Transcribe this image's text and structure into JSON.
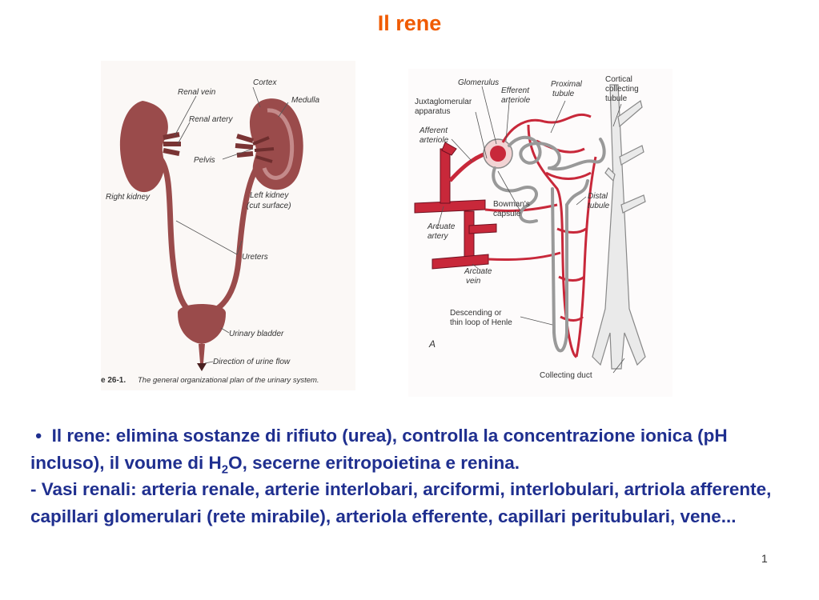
{
  "title": "Il rene",
  "figure_left": {
    "labels": {
      "renal_vein": "Renal vein",
      "cortex": "Cortex",
      "medulla": "Medulla",
      "renal_artery": "Renal artery",
      "pelvis": "Pelvis",
      "right_kidney": "Right kidney",
      "left_kidney": "Left kidney",
      "cut_surface": "(cut surface)",
      "ureters": "Ureters",
      "urinary_bladder": "Urinary bladder",
      "direction": "Direction of urine flow"
    },
    "caption_num": "e 26-1.",
    "caption_text": "The general organizational plan of the urinary system."
  },
  "figure_right": {
    "labels": {
      "glomerulus": "Glomerulus",
      "efferent1": "Efferent",
      "efferent2": "arteriole",
      "proximal1": "Proximal",
      "proximal2": "tubule",
      "cortical1": "Cortical",
      "cortical2": "collecting",
      "cortical3": "tubule",
      "juxta1": "Juxtaglomerular",
      "juxta2": "apparatus",
      "afferent1": "Afferent",
      "afferent2": "arteriole",
      "distal1": "Distal",
      "distal2": "tubule",
      "bowman1": "Bowman's",
      "bowman2": "capsule",
      "arcuate_artery1": "Arcuate",
      "arcuate_artery2": "artery",
      "arcuate_vein1": "Arcuate",
      "arcuate_vein2": "vein",
      "descending1": "Descending or",
      "descending2": "thin loop of Henle",
      "panel": "A",
      "collecting": "Collecting duct"
    }
  },
  "text": {
    "bullet": "•",
    "p1_a": "Il rene: elimina sostanze di rifiuto (urea), controlla la concentrazione ionica (pH incluso), il voume di H",
    "p1_sub": "2",
    "p1_b": "O, secerne eritropoietina e renina.",
    "p2": "- Vasi renali: arteria renale, arterie interlobari, arciformi, interlobulari, artriola afferente, capillari glomerulari (rete mirabile), arteriola efferente, capillari peritubulari, vene..."
  },
  "page_number": "1",
  "colors": {
    "title": "#f05a00",
    "body_text": "#1f2f8f",
    "organ": "#9a4b4b",
    "vessel_red": "#c8283a",
    "tubule": "#d8d8d8"
  }
}
